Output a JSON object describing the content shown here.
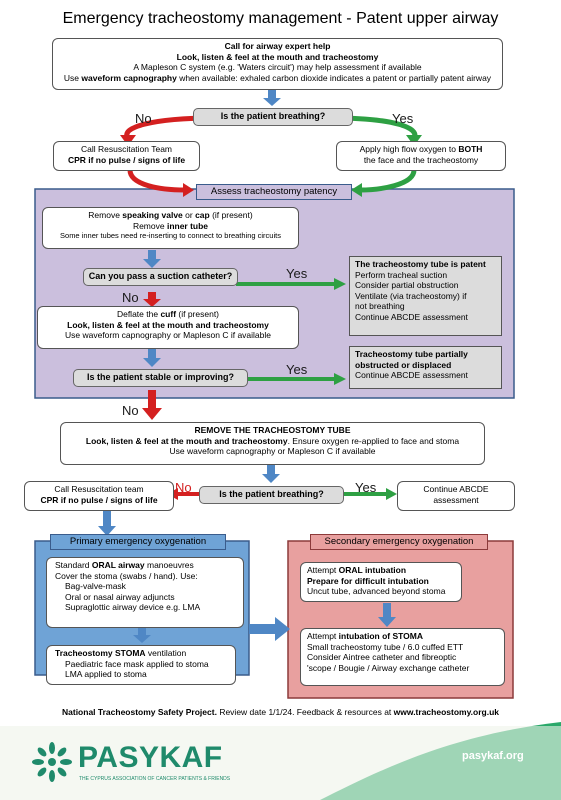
{
  "title": "Emergency tracheostomy management - Patent upper airway",
  "colors": {
    "purple_panel": "#cbbfdd",
    "blue_panel": "#6fa3d6",
    "pink_panel": "#e8a09f",
    "green_arrow": "#2ea043",
    "red_arrow": "#d42020",
    "blue_arrow": "#4f87c5",
    "grey_box": "#dcdcdc",
    "footer_green": "#2aa86a"
  },
  "call_help": {
    "line1": "Call for airway expert help",
    "line2": "Look, listen & feel at the mouth and tracheostomy",
    "line3": "A Mapleson C system (e.g. 'Waters circuit') may help assessment if available",
    "line4_pre": "Use ",
    "line4_bold": "waveform capnography",
    "line4_post": " when available:  exhaled carbon dioxide indicates a patent or partially patent airway"
  },
  "q_breathing_1": "Is the patient breathing?",
  "no_label": "No",
  "yes_label": "Yes",
  "resus_1": {
    "line1": "Call Resuscitation Team",
    "line2": "CPR if no pulse / signs of life"
  },
  "oxygen_box": {
    "line1_pre": "Apply high flow oxygen to ",
    "line1_bold": "BOTH",
    "line2": "the face and the tracheostomy"
  },
  "assess_title": "Assess tracheostomy patency",
  "remove_valve": {
    "l1_pre": "Remove ",
    "l1_b1": "speaking valve",
    "l1_mid": " or ",
    "l1_b2": "cap",
    "l1_post": " (if present)",
    "l2_pre": "Remove ",
    "l2_b": "inner tube",
    "l3": "Some inner tubes need re-inserting to connect to breathing circuits"
  },
  "q_suction": "Can you pass a suction catheter?",
  "patent_box": {
    "title": "The tracheostomy tube is patent",
    "lines": [
      "Perform tracheal suction",
      "Consider partial obstruction",
      "Ventilate (via tracheostomy) if",
      "not breathing",
      "Continue ABCDE assessment"
    ]
  },
  "deflate": {
    "l1_pre": "Deflate the ",
    "l1_b": "cuff",
    "l1_post": " (if present)",
    "l2": "Look, listen & feel at the mouth and tracheostomy",
    "l3": "Use waveform capnography or Mapleson C if available"
  },
  "q_stable": "Is the patient stable or improving?",
  "partial_box": {
    "title1": "Tracheostomy tube partially",
    "title2": "obstructed or displaced",
    "line": "Continue ABCDE assessment"
  },
  "remove_tube": {
    "l1": "REMOVE THE TRACHEOSTOMY TUBE",
    "l2_b": "Look, listen & feel at the mouth and tracheostomy",
    "l2_post": ". Ensure oxygen re-applied to face and stoma",
    "l3": "Use waveform capnography or Mapleson C if available"
  },
  "resus_2": {
    "line1": "Call Resuscitation team",
    "line2": "CPR if no pulse / signs of life"
  },
  "q_breathing_2": "Is the patient breathing?",
  "continue_abcde": {
    "line1": "Continue ABCDE",
    "line2": "assessment"
  },
  "primary_title": "Primary emergency oxygenation",
  "primary_box1": {
    "l1_pre": "Standard ",
    "l1_b": "ORAL airway",
    "l1_post": " manoeuvres",
    "l2": "Cover the stoma (swabs / hand). Use:",
    "items": [
      "Bag-valve-mask",
      "Oral or nasal airway adjuncts",
      "Supraglottic airway device e.g. LMA"
    ]
  },
  "primary_box2": {
    "l1_b": "Tracheostomy STOMA",
    "l1_post": " ventilation",
    "items": [
      "Paediatric face mask applied to stoma",
      "LMA applied to stoma"
    ]
  },
  "secondary_title": "Secondary emergency oxygenation",
  "secondary_box1": {
    "l1_pre": "Attempt ",
    "l1_b": "ORAL intubation",
    "l2": "Prepare for difficult intubation",
    "l3": "Uncut tube, advanced beyond stoma"
  },
  "secondary_box2": {
    "l1_pre": "Attempt ",
    "l1_b": "intubation of STOMA",
    "l2": "Small tracheostomy tube / 6.0 cuffed ETT",
    "l3": "Consider Aintree catheter and fibreoptic",
    "l4": "'scope / Bougie / Airway exchange catheter"
  },
  "footer": {
    "text_b": "National Tracheostomy Safety Project.",
    "text_mid": " Review date 1/1/24. Feedback & resources at ",
    "text_url": "www.tracheostomy.org.uk"
  },
  "brand": {
    "name": "PASYKAF",
    "tagline": "THE CYPRUS ASSOCIATION OF CANCER PATIENTS & FRIENDS",
    "url": "pasykaf.org"
  }
}
